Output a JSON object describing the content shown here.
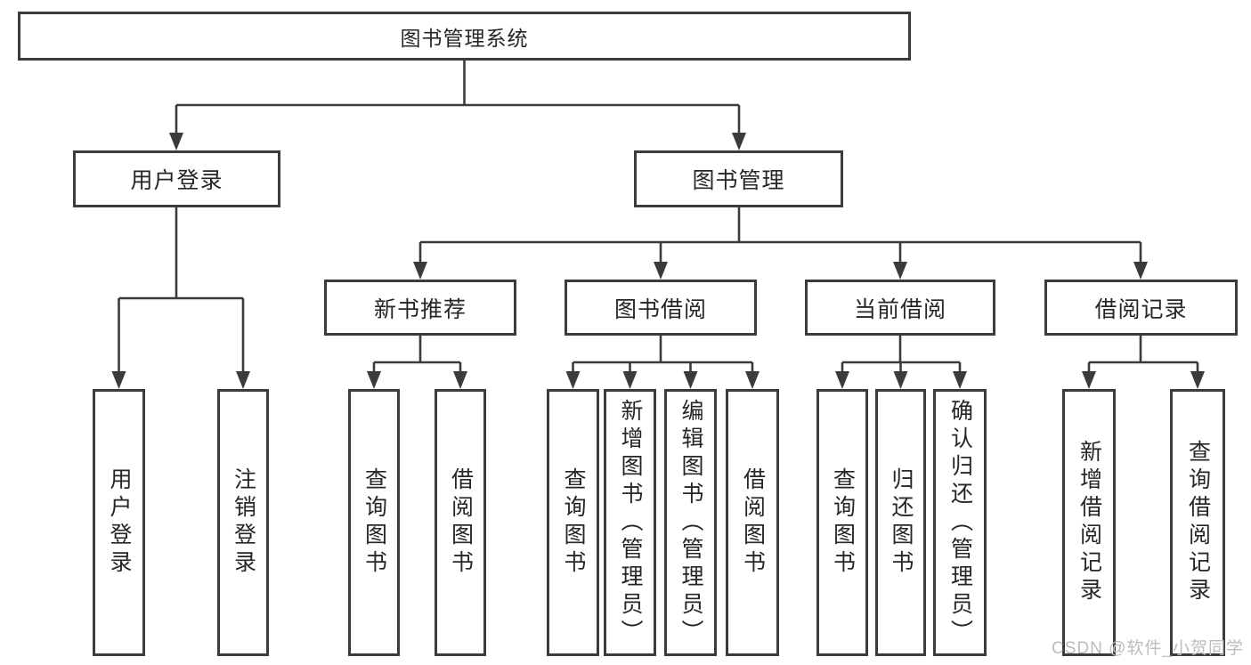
{
  "diagram": {
    "type": "hierarchy-tree",
    "root": {
      "label": "图书管理系统"
    },
    "level2": [
      {
        "label": "用户登录",
        "parent": "图书管理系统"
      },
      {
        "label": "图书管理",
        "parent": "图书管理系统"
      }
    ],
    "level3": [
      {
        "label": "新书推荐",
        "parent": "图书管理"
      },
      {
        "label": "图书借阅",
        "parent": "图书管理"
      },
      {
        "label": "当前借阅",
        "parent": "图书管理"
      },
      {
        "label": "借阅记录",
        "parent": "图书管理"
      }
    ],
    "leaves": [
      {
        "label": "用户登录",
        "parent": "用户登录"
      },
      {
        "label": "注销登录",
        "parent": "用户登录"
      },
      {
        "label": "查询图书",
        "parent": "新书推荐"
      },
      {
        "label": "借阅图书",
        "parent": "新书推荐"
      },
      {
        "label": "查询图书",
        "parent": "图书借阅"
      },
      {
        "label": "新增图书（管理员）",
        "parent": "图书借阅"
      },
      {
        "label": "编辑图书（管理员）",
        "parent": "图书借阅"
      },
      {
        "label": "借阅图书",
        "parent": "图书借阅"
      },
      {
        "label": "查询图书",
        "parent": "当前借阅"
      },
      {
        "label": "归还图书",
        "parent": "当前借阅"
      },
      {
        "label": "确认归还（管理员）",
        "parent": "当前借阅"
      },
      {
        "label": "新增借阅记录",
        "parent": "借阅记录"
      },
      {
        "label": "查询借阅记录",
        "parent": "借阅记录"
      }
    ],
    "watermark": "CSDN @软件_小贺同学",
    "colors": {
      "line": "#3b3b3b",
      "box_border": "#3b3b3b",
      "text": "#262626",
      "background": "#ffffff",
      "watermark": "#bcbcbc"
    }
  }
}
